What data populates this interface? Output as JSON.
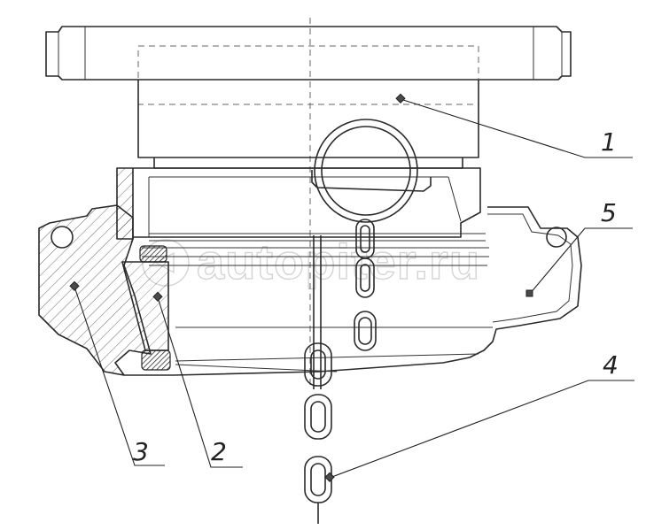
{
  "callouts": [
    "1",
    "2",
    "3",
    "4",
    "5"
  ],
  "watermark": "autopiter.ru"
}
